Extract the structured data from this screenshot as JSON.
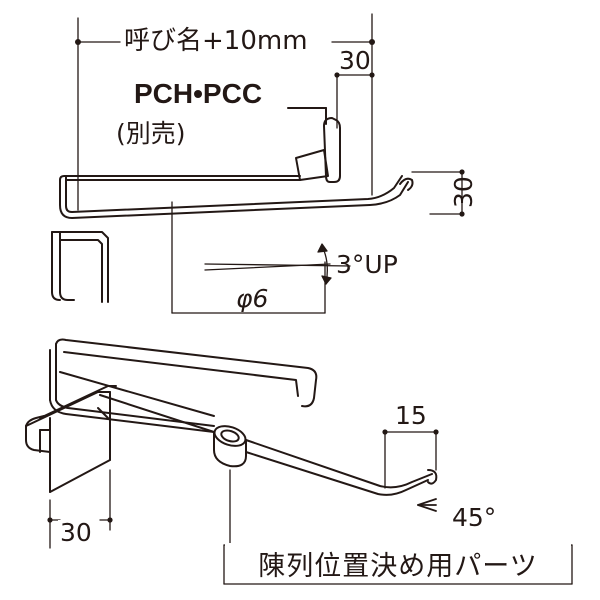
{
  "labels": {
    "overall_length": "呼び名+10mm",
    "top_width": "30",
    "part_name": "PCH•PCC",
    "sold_separately": "(別売)",
    "height": "30",
    "angle_up": "3°UP",
    "diameter": "φ6",
    "tip_length": "15",
    "angle": "45°",
    "bottom_width": "30",
    "caption": "陳列位置決め用パーツ"
  },
  "colors": {
    "line": "#231815",
    "background": "#ffffff"
  }
}
